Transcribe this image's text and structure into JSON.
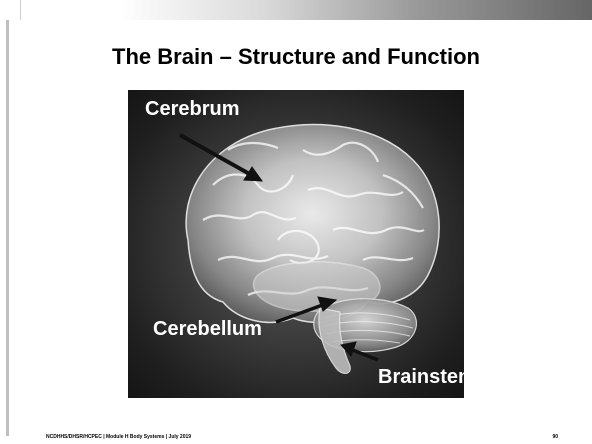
{
  "slide": {
    "title": "The Brain – Structure and Function",
    "labels": {
      "cerebrum": "Cerebrum",
      "cerebellum": "Cerebellum",
      "brainstem": "Brainstem"
    },
    "footer": {
      "source": "NCDHHS/DHSR/HCPEC | Module H Body Systems | July 2019",
      "page_number": "90"
    }
  },
  "colors": {
    "panel_background": "#2a2a2a",
    "label_text": "#ffffff",
    "title_text": "#000000"
  }
}
